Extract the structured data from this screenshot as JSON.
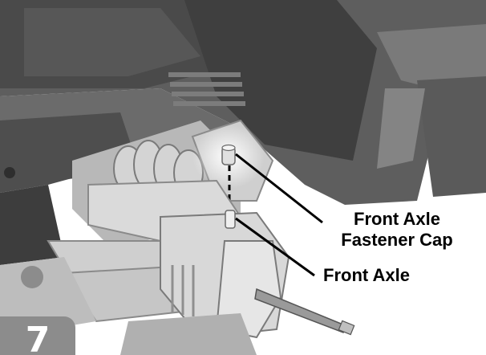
{
  "figure": {
    "callouts": {
      "fastener_cap_line1": "Front Axle",
      "fastener_cap_line2": "Fastener Cap",
      "front_axle": "Front Axle"
    },
    "step_number": "7"
  },
  "colors": {
    "part_light": "#e6e6e6",
    "part_mid": "#bdbdbd",
    "part_dark": "#5a5a5a",
    "badge": "#8c8c8c",
    "leader_line": "#000000"
  }
}
